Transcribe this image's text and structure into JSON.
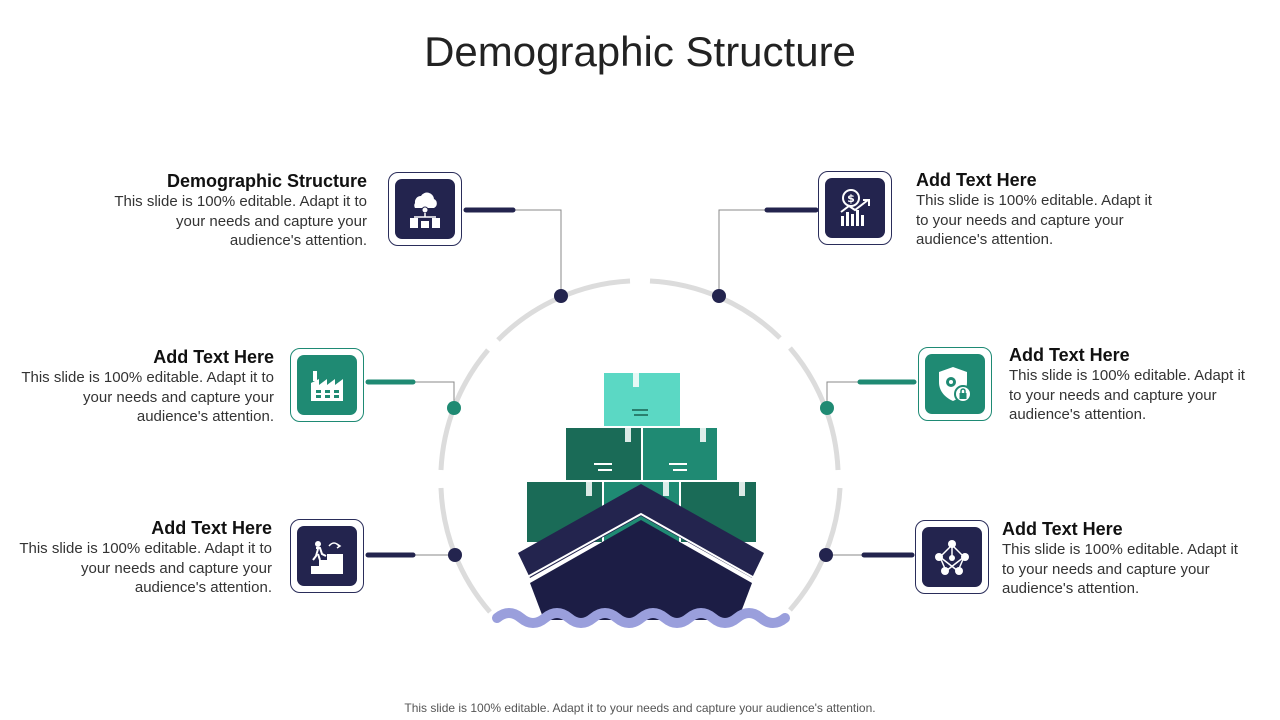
{
  "slide": {
    "title": "Demographic Structure",
    "footer": "This slide is 100% editable. Adapt it to your needs and capture your audience's attention."
  },
  "items": [
    {
      "heading": "Demographic Structure",
      "body": "This slide is 100% editable. Adapt it to your needs and capture your audience's attention.",
      "icon": "cloud-network-city-icon"
    },
    {
      "heading": "Add Text Here",
      "body": "This slide is 100% editable. Adapt it to your needs and capture your audience's attention.",
      "icon": "factory-icon"
    },
    {
      "heading": "Add Text Here",
      "body": "This slide is 100% editable. Adapt it to your needs and capture your audience's attention.",
      "icon": "climbing-stairs-goal-icon"
    },
    {
      "heading": "Add Text Here",
      "body": "This slide is 100% editable. Adapt it to your needs and capture your audience's attention.",
      "icon": "dollar-growth-chart-icon"
    },
    {
      "heading": "Add Text Here",
      "body": "This slide is 100% editable. Adapt it to your needs and capture your audience's attention.",
      "icon": "shield-gear-lock-icon"
    },
    {
      "heading": "Add Text Here",
      "body": "This slide is 100% editable. Adapt it to your needs and capture your audience's attention.",
      "icon": "people-network-icon"
    }
  ],
  "colors": {
    "navy": "#23244e",
    "green": "#1f8a73",
    "dark_green": "#1a6b57",
    "light_teal": "#5bd8c4",
    "wave": "#9a9fdc",
    "circle": "#dcdcdc"
  }
}
